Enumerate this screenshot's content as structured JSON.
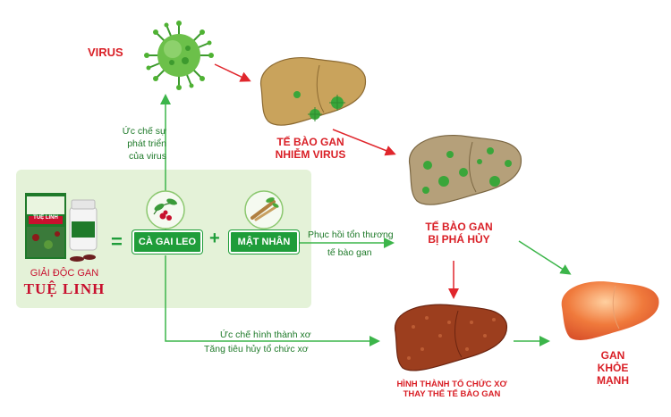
{
  "labels": {
    "virus": "VIRUS",
    "infected_line1": "TẾ BÀO GAN",
    "infected_line2": "NHIỄM VIRUS",
    "destroyed_line1": "TẾ BÀO GAN",
    "destroyed_line2": "BỊ PHÁ HỦY",
    "fibrosis_line1": "HÌNH THÀNH TỔ CHỨC XƠ",
    "fibrosis_line2": "THAY THẾ TẾ BÀO GAN",
    "healthy_line1": "GAN",
    "healthy_line2": "KHỎE MẠNH"
  },
  "annotations": {
    "inhibit_line1": "Ức chế sự",
    "inhibit_line2": "phát triển",
    "inhibit_line3": "của virus",
    "repair_line1": "Phục hồi tổn thương",
    "repair_line2": "tế bào gan",
    "anti_fibrosis_line1": "Ức chế hình thành xơ",
    "anti_fibrosis_line2": "Tăng tiêu hủy tổ chức xơ"
  },
  "product": {
    "name_line1": "GIẢI ĐỘC GAN",
    "name_line2": "TUỆ LINH",
    "box_text": "TUỆ LINH",
    "equals": "=",
    "plus": "+",
    "ingredient1": "CÀ GAI LEO",
    "ingredient2": "MẬT NHÂN"
  },
  "colors": {
    "red": "#d91f26",
    "green": "#1f9d3a",
    "panel": "#e4f2d8",
    "arrow_green": "#3cb54a",
    "arrow_red": "#e0262c"
  }
}
